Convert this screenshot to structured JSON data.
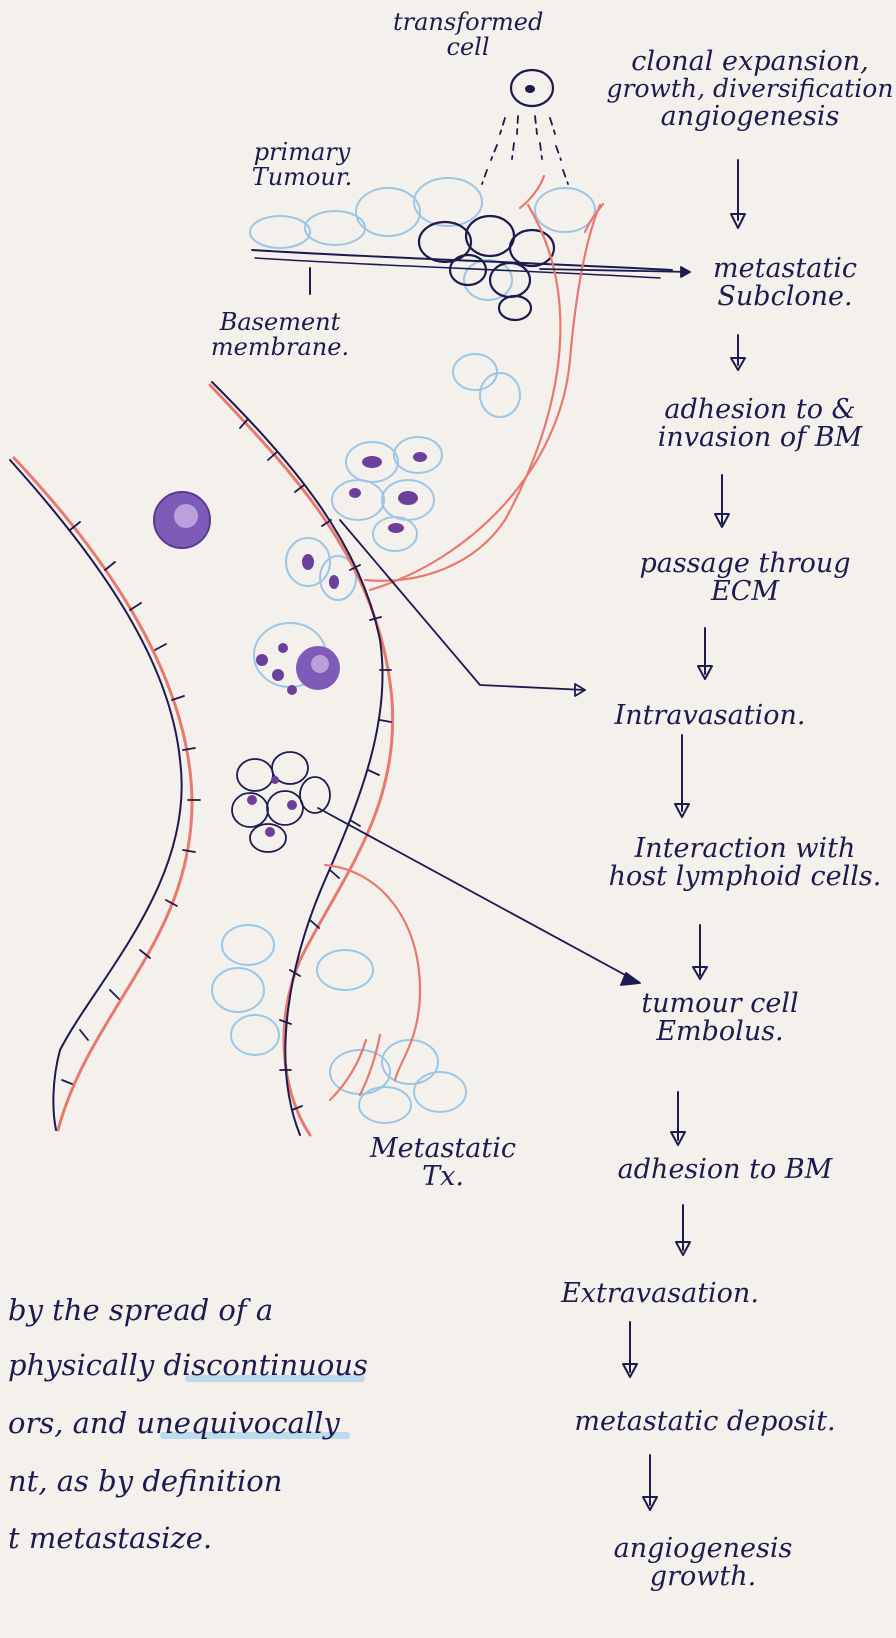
{
  "labels": {
    "transformed_cell": [
      "transformed",
      "cell"
    ],
    "primary_tumour": [
      "primary",
      "Tumour."
    ],
    "basement_membrane": [
      "Basement",
      "membrane."
    ],
    "metastatic_tx": [
      "Metastatic",
      "Tx."
    ]
  },
  "flow_steps": [
    [
      "clonal expansion,",
      "growth, diversification",
      "angiogenesis"
    ],
    [
      "metastatic",
      "Subclone."
    ],
    [
      "adhesion to &",
      "invasion of BM"
    ],
    [
      "passage throug",
      "ECM"
    ],
    [
      "Intravasation."
    ],
    [
      "Interaction with",
      "host lymphoid cells."
    ],
    [
      "tumour cell",
      "Embolus."
    ],
    [
      "adhesion to BM"
    ],
    [
      "Extravasation."
    ],
    [
      "metastatic deposit."
    ],
    [
      "angiogenesis",
      "growth."
    ]
  ],
  "note_lines": [
    "by the spread of a",
    "physically discontinuous",
    "ors, and unequivocally",
    "nt, as by definition",
    "t metastasize."
  ],
  "colors": {
    "ink": "#1c1a4e",
    "vessel_red": "#e8796f",
    "cell_blue": "#9cc6e6",
    "nucleus_purple": "#6b3f9c",
    "highlight": "#a9d3ec"
  }
}
